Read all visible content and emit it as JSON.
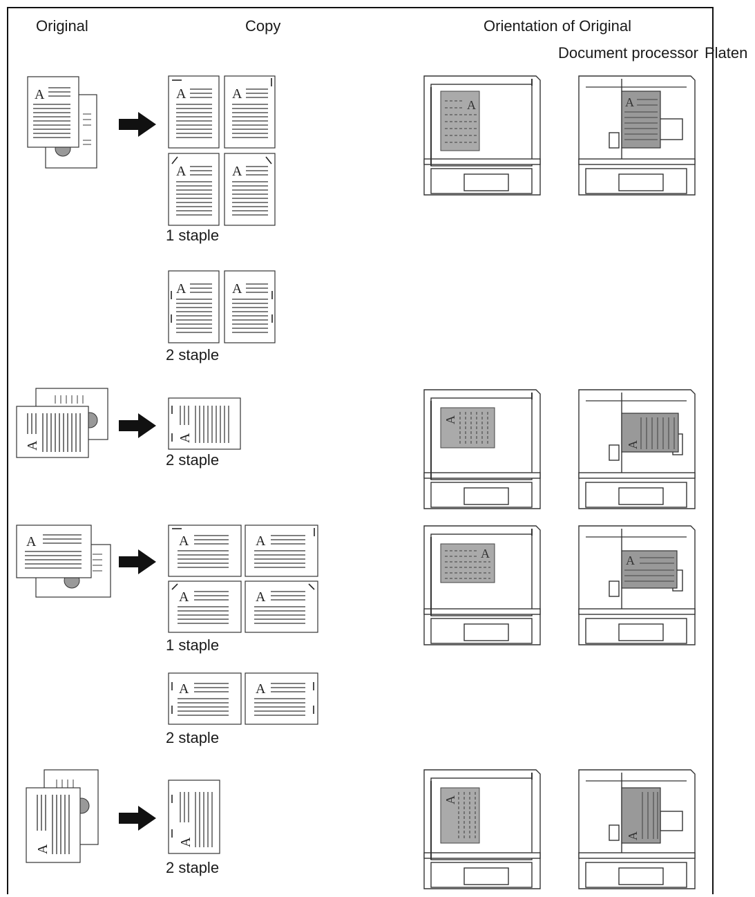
{
  "headers": {
    "original": "Original",
    "copy": "Copy",
    "orientation": "Orientation of Original",
    "document_processor": "Document processor",
    "platen": "Platen"
  },
  "captions": {
    "row1_one": "1 staple",
    "row1_two": "2 staple",
    "row2_two": "2 staple",
    "row3_one": "1 staple",
    "row3_two": "2 staple",
    "row4_two": "2 staple"
  },
  "glyph": "A"
}
